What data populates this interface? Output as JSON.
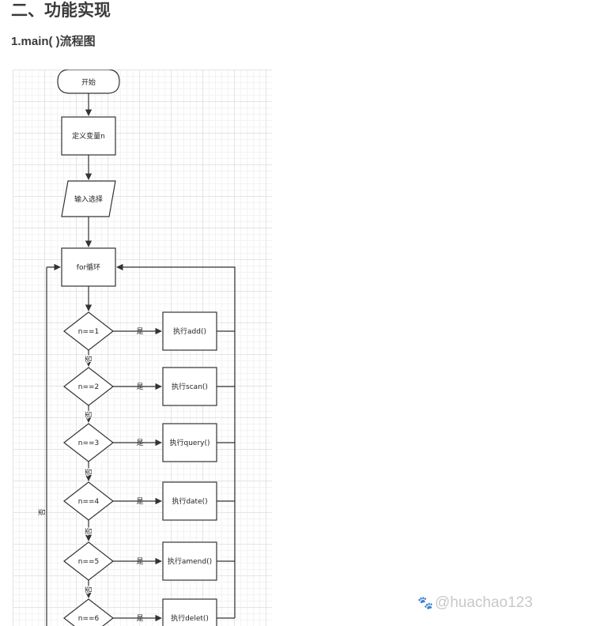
{
  "section_title": "二、功能实现",
  "subsection_title": "1.main( )流程图",
  "flowchart": {
    "start": "开始",
    "define_var": "定义变量n",
    "input_choice": "输入选择",
    "for_loop": "for循环",
    "yes_label": "是",
    "no_label": "否",
    "conditions": [
      "n==1",
      "n==2",
      "n==3",
      "n==4",
      "n==5",
      "n==6"
    ],
    "actions": [
      "执行add()",
      "执行scan()",
      "执行query()",
      "执行date()",
      "执行amend()",
      "执行delet()"
    ]
  },
  "watermark": {
    "icon": "paw-icon",
    "text": "@huachao123"
  }
}
